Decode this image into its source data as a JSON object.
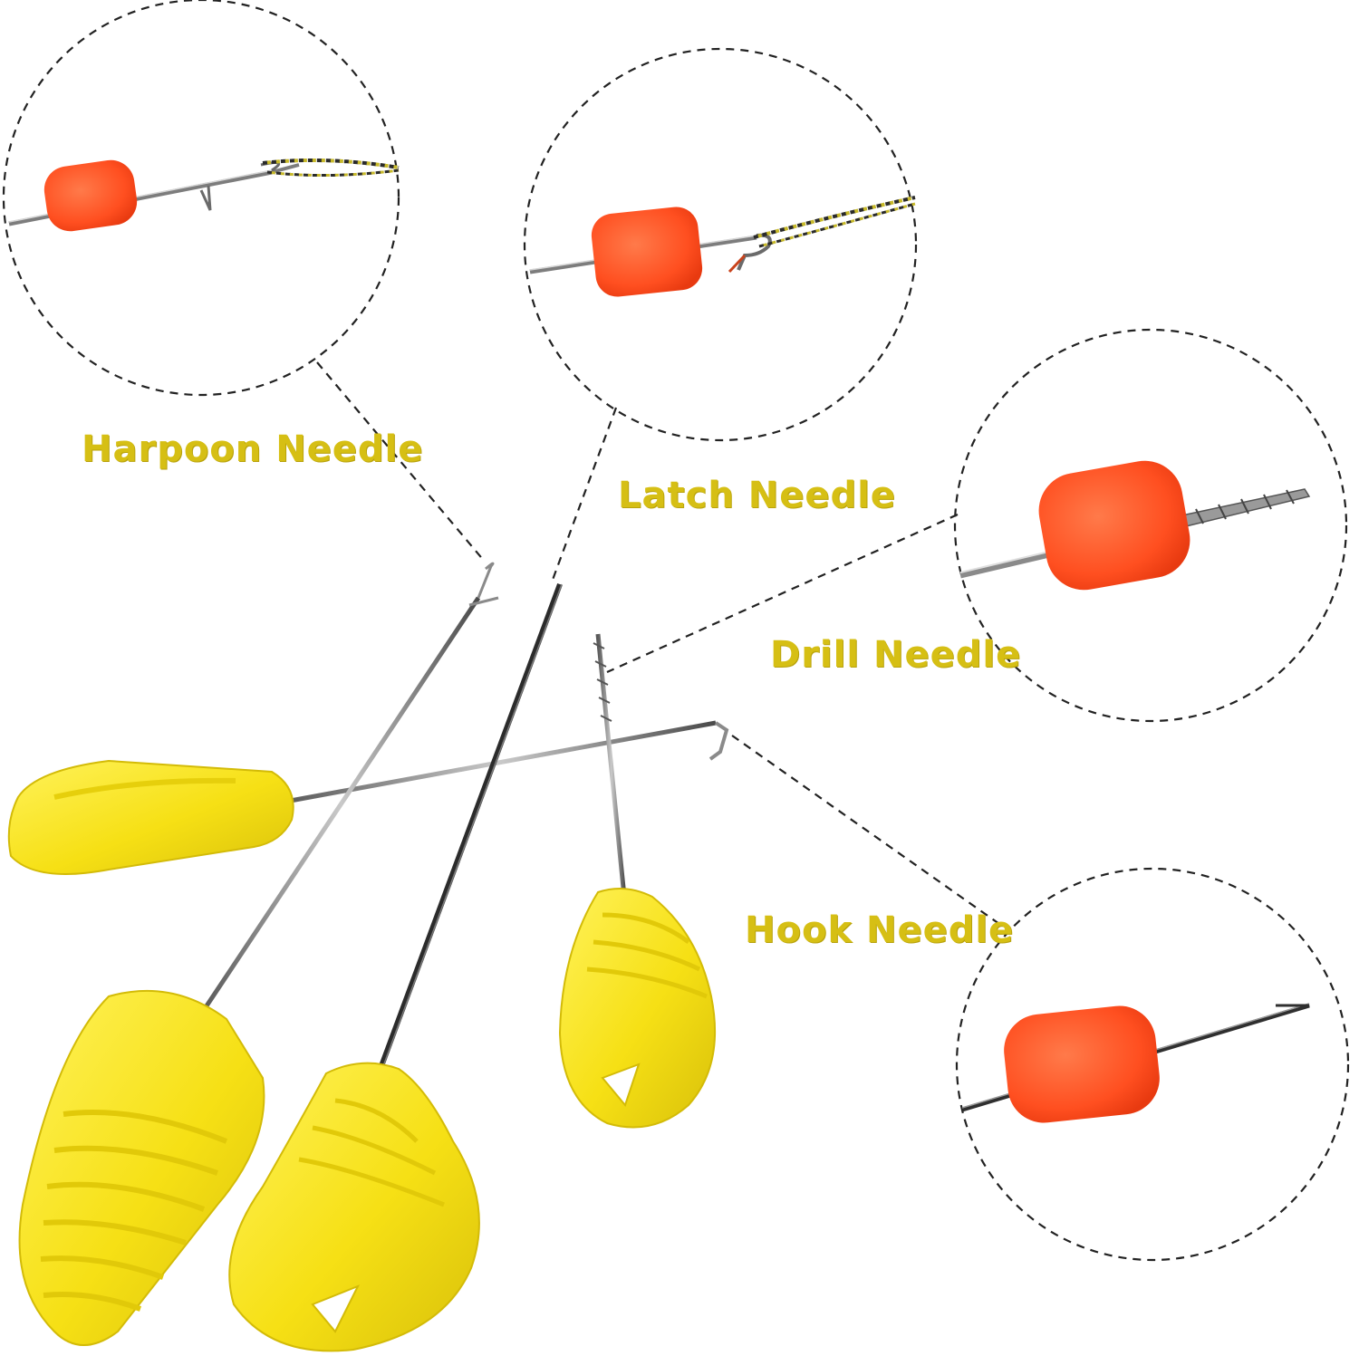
{
  "labels": {
    "harpoon": "Harpoon Needle",
    "latch": "Latch Needle",
    "drill": "Drill Needle",
    "hook": "Hook Needle"
  },
  "colors": {
    "label": "#d6bf14",
    "handle": "#f7e51a",
    "bait": "#ff5a2a",
    "needle": "#8a8a8a",
    "circle": "#222222"
  }
}
